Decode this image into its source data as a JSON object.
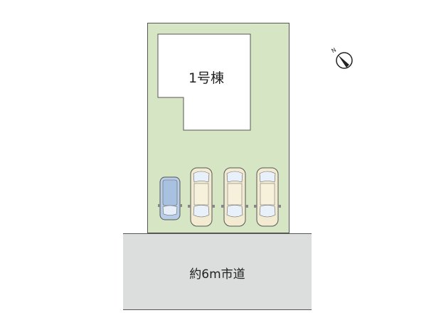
{
  "building": {
    "label": "1号棟"
  },
  "road": {
    "label": "約6m市道"
  },
  "compass": {
    "label": "N"
  },
  "colors": {
    "lot": "#d6e6c4",
    "road": "#dcdddd",
    "car_blue": "#b8cde8",
    "car_beige": "#f2ebd2"
  },
  "parking": {
    "cars": [
      {
        "type": "compact",
        "color": "blue"
      },
      {
        "type": "sedan",
        "color": "beige"
      },
      {
        "type": "sedan",
        "color": "beige"
      },
      {
        "type": "sedan",
        "color": "beige"
      }
    ]
  }
}
